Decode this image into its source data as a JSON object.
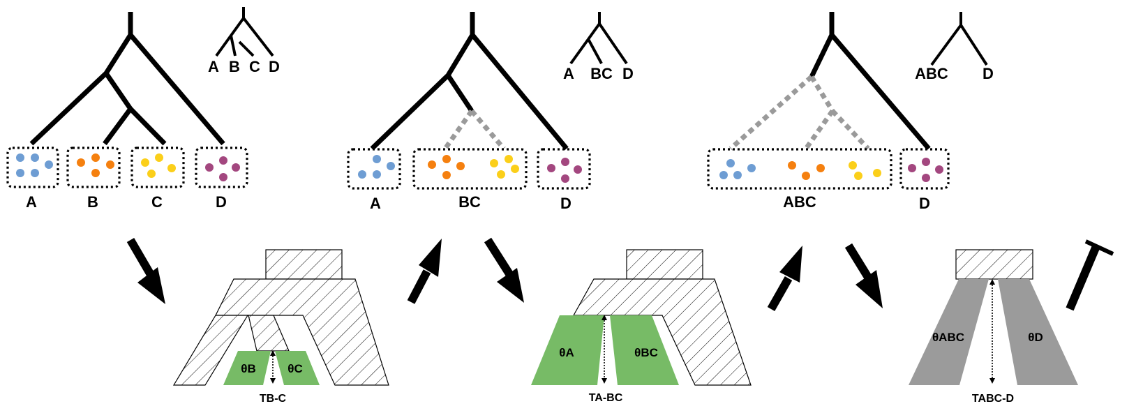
{
  "colors": {
    "A": "#6e9dd3",
    "B": "#f5800f",
    "C": "#fbcf1a",
    "D": "#a3477f",
    "active_population": "#77bb66",
    "collapsed_population": "#9b9b9b",
    "ghost_branch": "#9a9a9a"
  },
  "panel1": {
    "groups": [
      "A",
      "B",
      "C",
      "D"
    ],
    "cladogram_tips": [
      "A",
      "B",
      "C",
      "D"
    ],
    "model": {
      "theta_left": "θB",
      "theta_right": "θC",
      "split_time": "TB-C"
    }
  },
  "panel2": {
    "groups": [
      "A",
      "BC",
      "D"
    ],
    "cladogram_tips": [
      "A",
      "BC",
      "D"
    ],
    "model": {
      "theta_left": "θA",
      "theta_right": "θBC",
      "split_time": "TA-BC"
    }
  },
  "panel3": {
    "groups": [
      "ABC",
      "D"
    ],
    "cladogram_tips": [
      "ABC",
      "D"
    ],
    "model": {
      "theta_left": "θABC",
      "theta_right": "θD",
      "split_time": "TABC-D"
    }
  }
}
